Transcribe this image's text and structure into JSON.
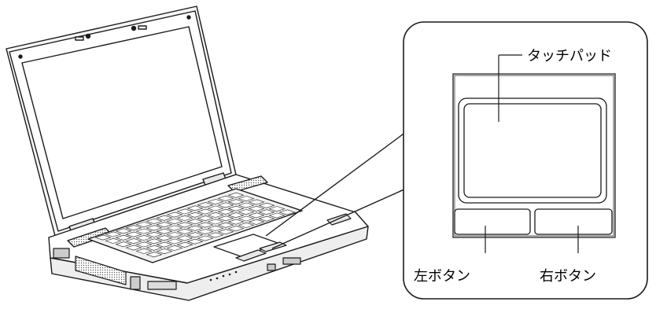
{
  "labels": {
    "touchpad": "タッチパッド",
    "left_button": "左ボタン",
    "right_button": "右ボタン"
  },
  "colors": {
    "line": "#1a1a1a",
    "background": "#ffffff",
    "keycap": "#f2f2f2",
    "panel_shading": "#e8e8e8"
  }
}
